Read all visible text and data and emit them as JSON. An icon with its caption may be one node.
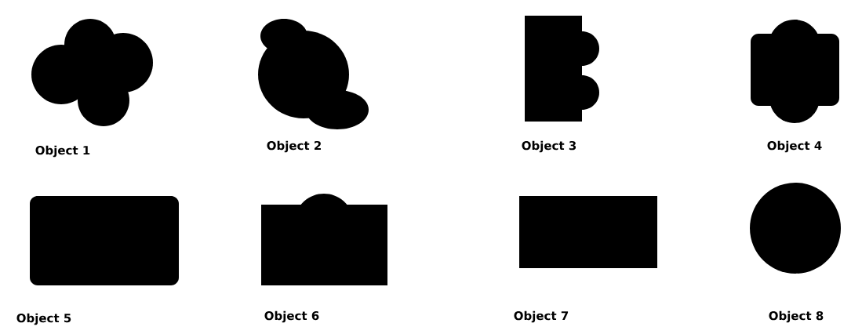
{
  "diagram": {
    "nodes": [
      {
        "text": [],
        "shape": "compound",
        "beside": [
          "Object 1"
        ]
      },
      {
        "text": [],
        "shape": "compound",
        "beside": [
          "Object 2"
        ]
      },
      {
        "text": [],
        "shape": "compound",
        "beside": [
          "Object 3"
        ]
      },
      {
        "text": [],
        "shape": "compound",
        "beside": [
          "Object 4"
        ]
      },
      {
        "text": [],
        "shape": "rounded-box",
        "beside": [
          "Object 5"
        ]
      },
      {
        "text": [],
        "shape": "compound",
        "beside": [
          "Object 6"
        ]
      },
      {
        "text": [],
        "shape": "box",
        "beside": [
          "Object 7"
        ]
      },
      {
        "text": [],
        "shape": "circle",
        "beside": [
          "Object 8"
        ]
      }
    ]
  }
}
